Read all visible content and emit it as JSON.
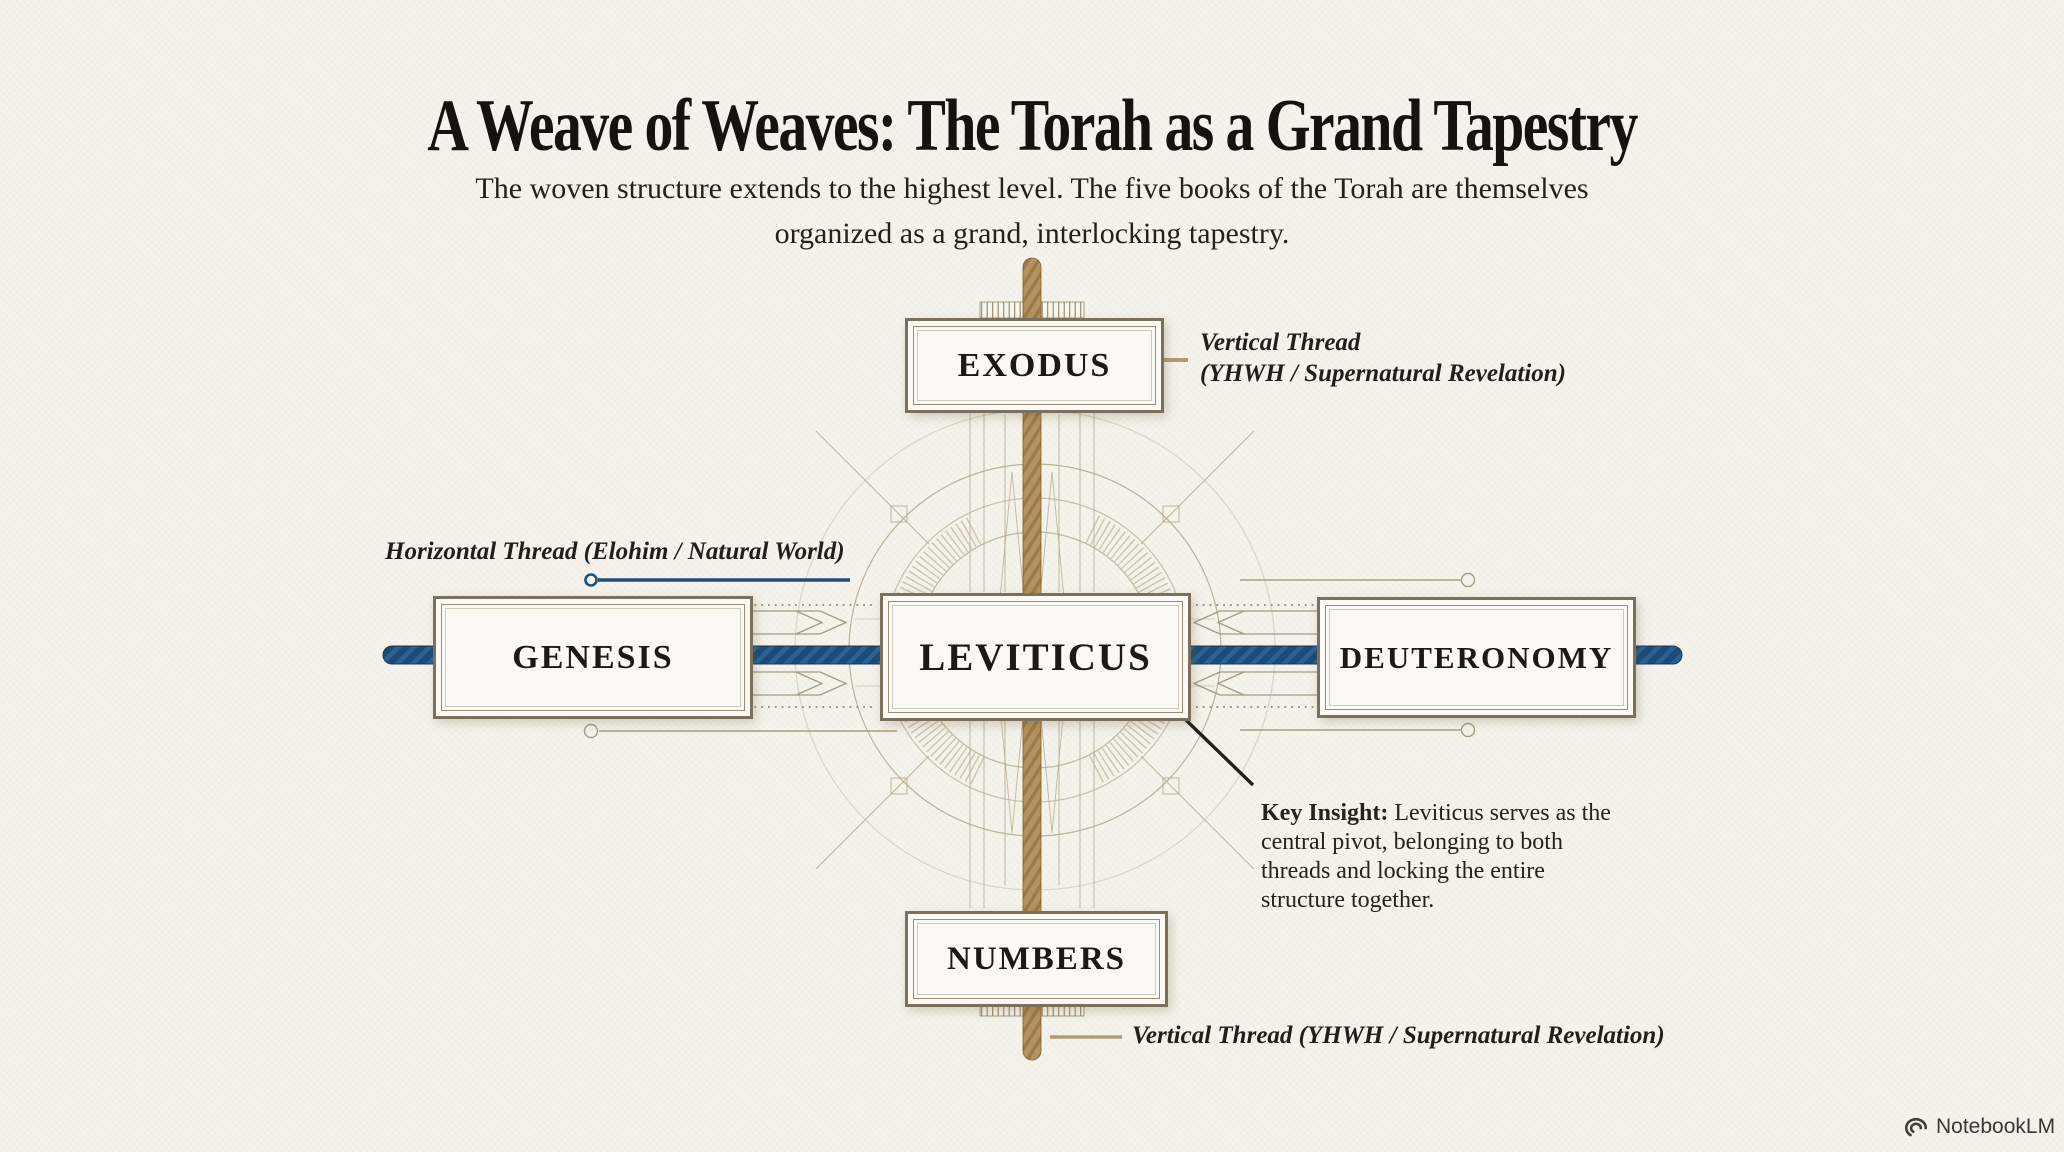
{
  "title": "A Weave of Weaves: The Torah as a Grand Tapestry",
  "subtitle": "The woven structure extends to the highest level. The five books of the Torah are themselves\norganized as a grand, interlocking tapestry.",
  "books": {
    "top": "EXODUS",
    "left": "GENESIS",
    "center": "LEVITICUS",
    "right": "DEUTERONOMY",
    "bottom": "NUMBERS"
  },
  "annotations": {
    "vertical_thread_top_line1": "Vertical Thread",
    "vertical_thread_top_line2": "(YHWH / Supernatural Revelation)",
    "horizontal_thread": "Horizontal Thread (Elohim / Natural World)",
    "key_insight_lead": "Key Insight:",
    "key_insight_text": " Leviticus serves as the central pivot, belonging to both threads and locking the entire structure together.",
    "vertical_thread_bottom": "Vertical Thread (YHWH / Supernatural Revelation)"
  },
  "watermark": "NotebookLM",
  "colors": {
    "background": "#f5f3ec",
    "thread_navy": "#1b4b76",
    "thread_navy_stripe": "#2a6392",
    "rod_wood": "#b6925e",
    "rod_wood_stripe": "#9c7a4b",
    "frame_border": "#7c6f5d",
    "decor_line": "#b7a88e",
    "ink": "#211e19"
  }
}
